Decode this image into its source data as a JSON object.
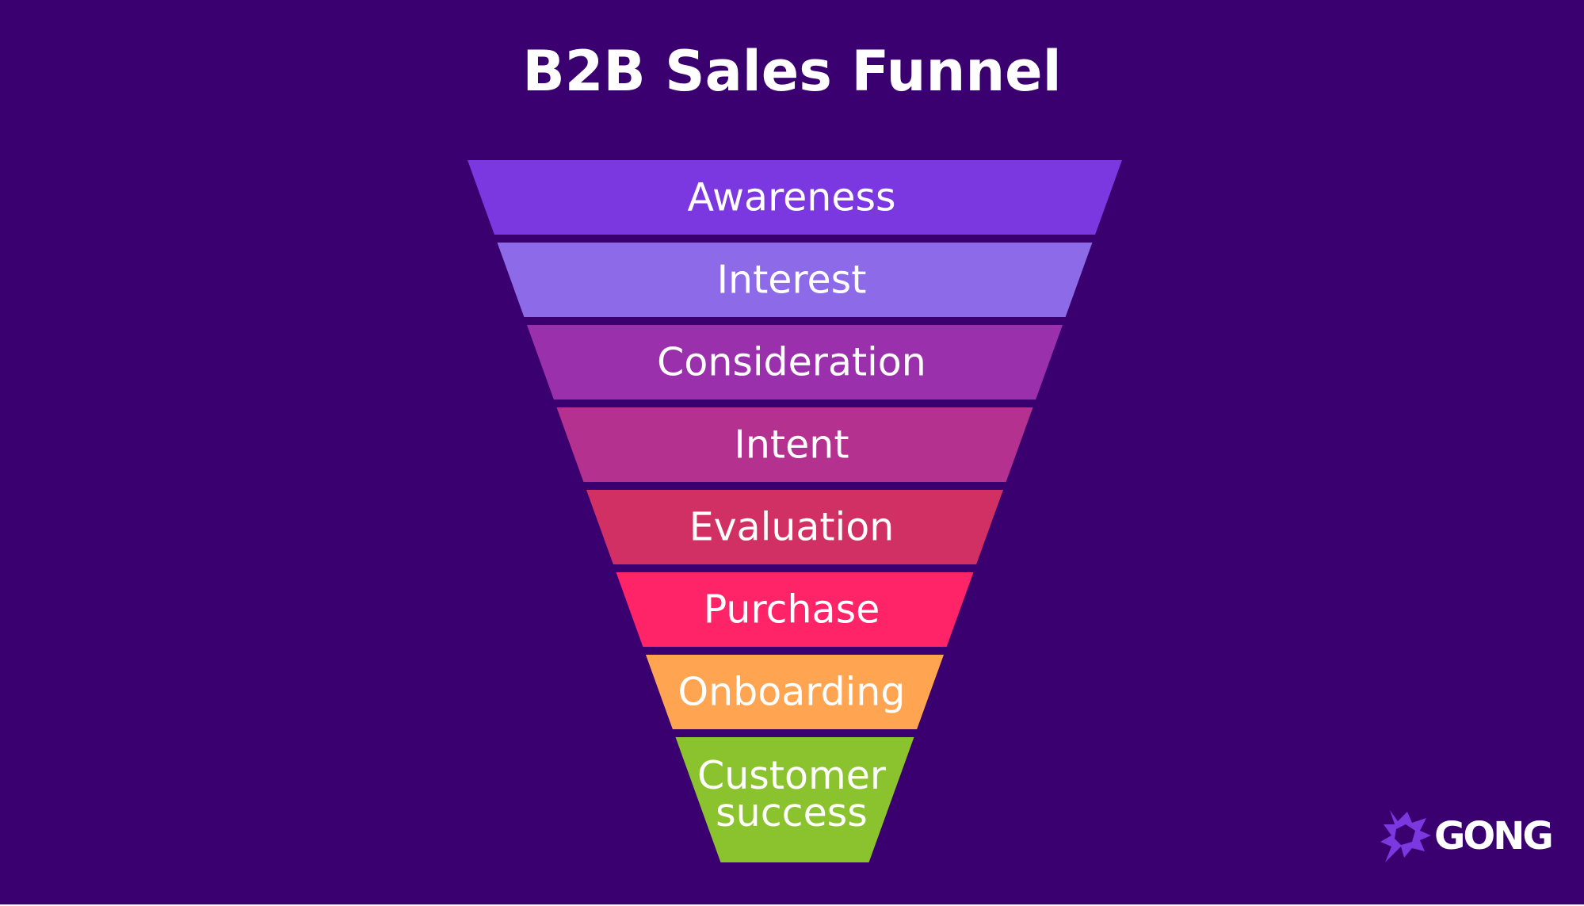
{
  "title": "B2B Sales Funnel",
  "stages": [
    {
      "lines": [
        "Awareness"
      ],
      "color": "#7b37e0"
    },
    {
      "lines": [
        "Interest"
      ],
      "color": "#8c6ae8"
    },
    {
      "lines": [
        "Consideration"
      ],
      "color": "#9b30ac"
    },
    {
      "lines": [
        "Intent"
      ],
      "color": "#b53190"
    },
    {
      "lines": [
        "Evaluation"
      ],
      "color": "#d13064"
    },
    {
      "lines": [
        "Purchase"
      ],
      "color": "#ff2368"
    },
    {
      "lines": [
        "Onboarding"
      ],
      "color": "#ffa552"
    },
    {
      "lines": [
        "Customer",
        "success"
      ],
      "color": "#8bc32f"
    }
  ],
  "colors": {
    "background": "#3a006f",
    "text": "#ffffff",
    "logo_mark": "#7b37e0"
  },
  "logo": {
    "text": "GONG",
    "icon": "starburst-icon"
  }
}
